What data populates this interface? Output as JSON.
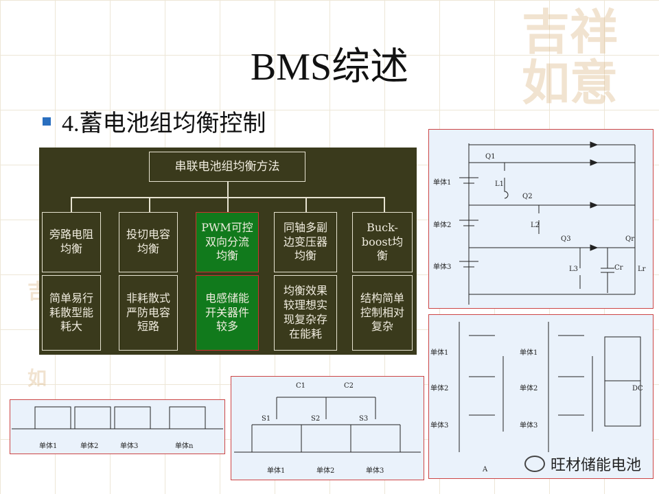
{
  "slide": {
    "title": "BMS综述",
    "subtitle": "4.蓄电池组均衡控制"
  },
  "tree": {
    "root": "串联电池组均衡方法",
    "methods": [
      {
        "name": "旁路电阻均衡",
        "desc": "简单易行耗散型能耗大"
      },
      {
        "name": "投切电容均衡",
        "desc": "非耗散式严防电容短路"
      },
      {
        "name": "PWM可控双向分流均衡",
        "desc": "电感储能开关器件较多"
      },
      {
        "name": "同轴多副边变压器均衡",
        "desc": "均衡效果较理想实现复杂存在能耗"
      },
      {
        "name": "Buck-boost均衡",
        "desc": "结构简单控制相对复杂"
      }
    ]
  },
  "circuit_right": {
    "cells": [
      "单体1",
      "单体2",
      "单体3"
    ],
    "switches": [
      "Q1",
      "Q2",
      "Q3",
      "Qr"
    ],
    "inductors": [
      "L1",
      "L2",
      "L3",
      "Lr"
    ],
    "capacitor": "Cr"
  },
  "circuit_bottom_left": {
    "cells": [
      "单体1",
      "单体2",
      "单体3",
      "单体n"
    ]
  },
  "circuit_bottom_mid": {
    "caps": [
      "C1",
      "C2"
    ],
    "switches": [
      "S1",
      "S2",
      "S3"
    ],
    "cells": [
      "单体1",
      "单体2",
      "单体3"
    ]
  },
  "circuit_bottom_right": {
    "cells_a": [
      "单体1",
      "单体2",
      "单体3"
    ],
    "cells_b": [
      "单体1",
      "单体2",
      "单体3"
    ],
    "label_a": "A",
    "label_dc": "DC"
  },
  "footer": {
    "brand": "旺材储能电池"
  },
  "colors": {
    "tree_bg": "#3a3a1c",
    "highlight": "#117a1c",
    "bullet": "#2a6fbf"
  }
}
